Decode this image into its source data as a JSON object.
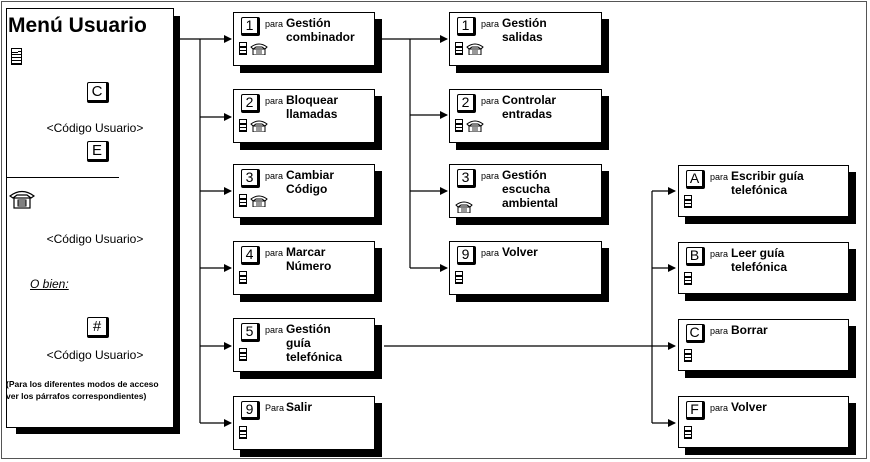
{
  "menu": {
    "title": "Menú Usuario",
    "key_c": "C",
    "code_1": "<Código Usuario>",
    "key_e": "E",
    "code_2": "<Código Usuario>",
    "or_label": "O bien:",
    "key_hash": "#",
    "code_3": "<Código Usuario>",
    "note": "(Para los diferentes modos de acceso ver los párrafos correspondientes)"
  },
  "col1": [
    {
      "key": "1",
      "para": "para",
      "label": "Gestión\ncombinador"
    },
    {
      "key": "2",
      "para": "para",
      "label": "Bloquear\nllamadas"
    },
    {
      "key": "3",
      "para": "para",
      "label": "Cambiar\nCódigo"
    },
    {
      "key": "4",
      "para": "para",
      "label": "Marcar\nNúmero"
    },
    {
      "key": "5",
      "para": "para",
      "label": "Gestión\nguía\ntelefónica"
    },
    {
      "key": "9",
      "para": "Para",
      "label": "Salir"
    }
  ],
  "col2": [
    {
      "key": "1",
      "para": "para",
      "label": "Gestión\nsalidas"
    },
    {
      "key": "2",
      "para": "para",
      "label": "Controlar\nentradas"
    },
    {
      "key": "3",
      "para": "para",
      "label": "Gestión\nescucha\nambiental"
    },
    {
      "key": "9",
      "para": "para",
      "label": "Volver"
    }
  ],
  "col3": [
    {
      "key": "A",
      "para": "para",
      "label": "Escribir guía\ntelefónica"
    },
    {
      "key": "B",
      "para": "para",
      "label": "Leer guía\ntelefónica"
    },
    {
      "key": "C",
      "para": "para",
      "label": "Borrar"
    },
    {
      "key": "F",
      "para": "para",
      "label": "Volver"
    }
  ]
}
